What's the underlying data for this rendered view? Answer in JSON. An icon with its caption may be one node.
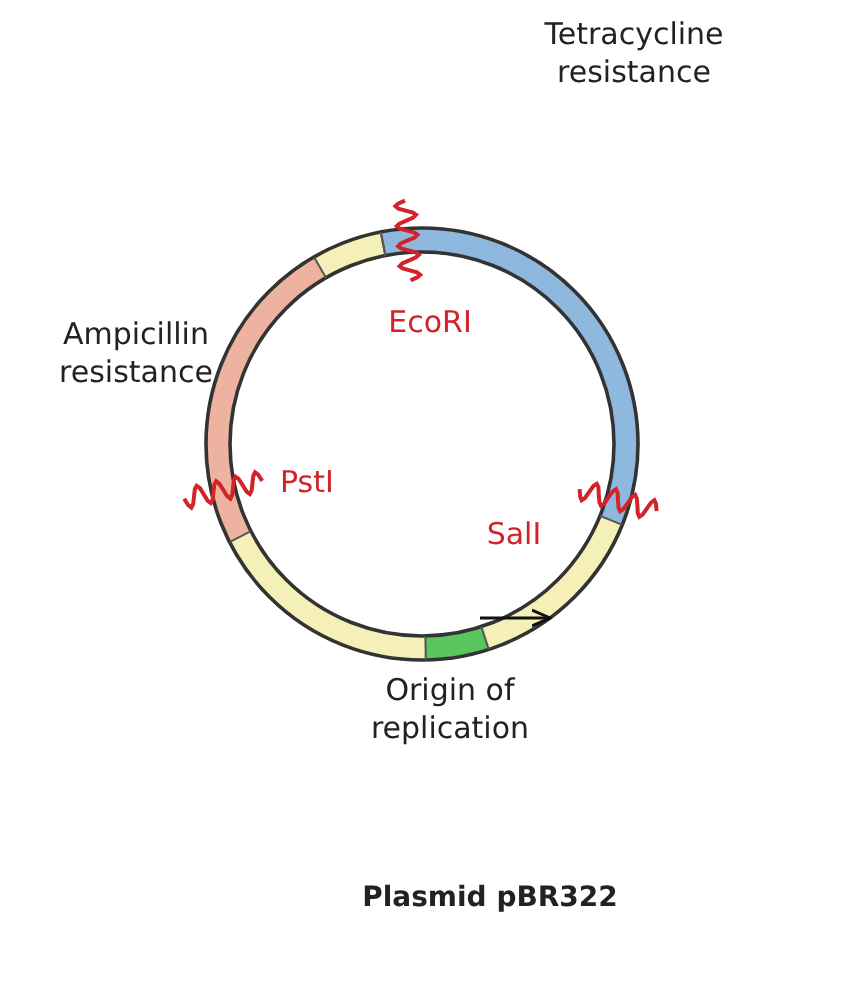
{
  "diagram": {
    "caption": "Plasmid pBR322",
    "labels": [
      "Tetracycline resistance",
      "Ampicillin resistance",
      "EcoRI",
      "SalI",
      "PstI",
      "Origin of replication"
    ]
  }
}
